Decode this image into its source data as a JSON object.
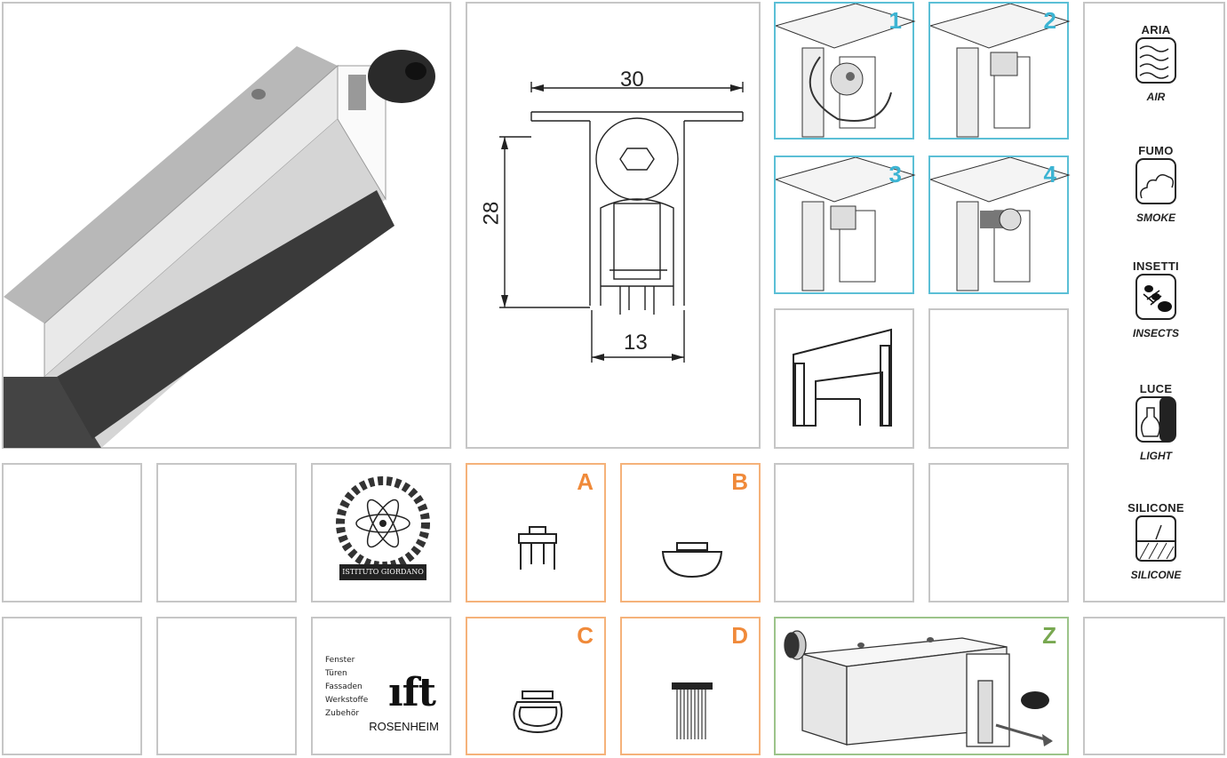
{
  "dimensions": {
    "width": "30",
    "height": "28",
    "base": "13"
  },
  "steps": [
    "1",
    "2",
    "3",
    "4"
  ],
  "seals": [
    {
      "letter": "A",
      "shape": "fork-seal"
    },
    {
      "letter": "B",
      "shape": "bulb-seal"
    },
    {
      "letter": "C",
      "shape": "tube-seal"
    },
    {
      "letter": "D",
      "shape": "brush-seal"
    }
  ],
  "kit_label": "Z",
  "features": [
    {
      "title": "ARIA",
      "subtitle": "AIR",
      "icon": "air-icon"
    },
    {
      "title": "FUMO",
      "subtitle": "SMOKE",
      "icon": "smoke-icon"
    },
    {
      "title": "INSETTI",
      "subtitle": "INSECTS",
      "icon": "insect-icon"
    },
    {
      "title": "LUCE",
      "subtitle": "LIGHT",
      "icon": "light-icon"
    },
    {
      "title": "SILICONE",
      "subtitle": "SILICONE",
      "icon": "silicone-icon"
    }
  ],
  "certifications": {
    "giordano": "ISTITUTO GIORDANO",
    "ift": {
      "list": [
        "Fenster",
        "Türen",
        "Fassaden",
        "Werkstoffe",
        "Zubehör"
      ],
      "logo": "ıft",
      "city": "ROSENHEIM"
    }
  },
  "colors": {
    "grid": "#c6c6c6",
    "steps": "#3cb4d3",
    "seals": "#f08a3a",
    "kit": "#78a850"
  }
}
